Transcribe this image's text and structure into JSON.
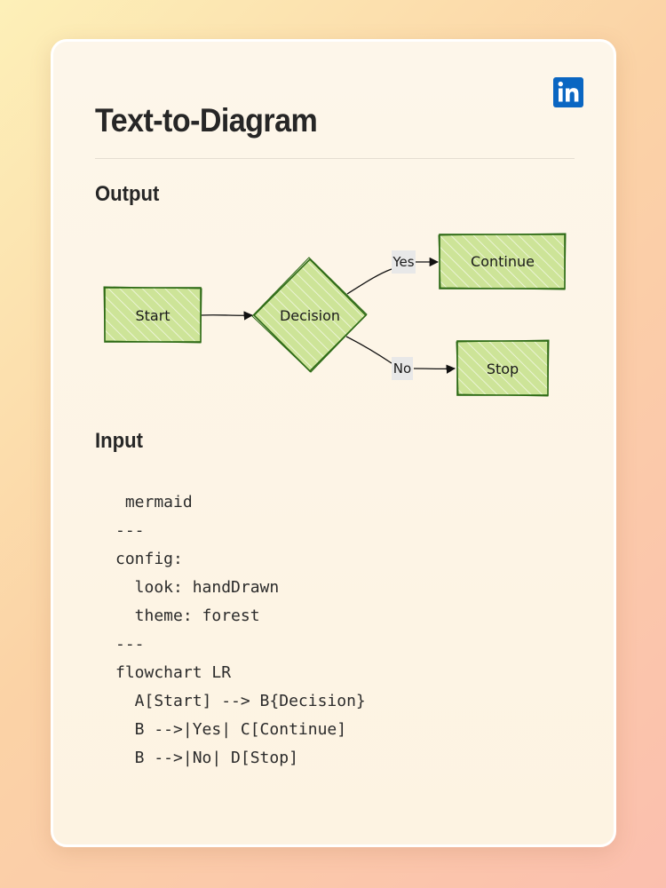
{
  "card": {
    "title": "Text-to-Diagram",
    "logo_icon": "linkedin-icon",
    "output_heading": "Output",
    "input_heading": "Input"
  },
  "diagram": {
    "type": "flowchart",
    "direction": "LR",
    "nodes": [
      {
        "id": "A",
        "label": "Start",
        "shape": "rect"
      },
      {
        "id": "B",
        "label": "Decision",
        "shape": "diamond"
      },
      {
        "id": "C",
        "label": "Continue",
        "shape": "rect"
      },
      {
        "id": "D",
        "label": "Stop",
        "shape": "rect"
      }
    ],
    "edges": [
      {
        "from": "A",
        "to": "B",
        "label": ""
      },
      {
        "from": "B",
        "to": "C",
        "label": "Yes"
      },
      {
        "from": "B",
        "to": "D",
        "label": "No"
      }
    ],
    "colors": {
      "node_fill": "#cde498",
      "node_stroke": "#2e6b16",
      "edge_label_bg": "#e8e8e8",
      "edge": "#111111"
    }
  },
  "code": {
    "lines": [
      " mermaid",
      "---",
      "config:",
      "  look: handDrawn",
      "  theme: forest",
      "---",
      "flowchart LR",
      "  A[Start] --> B{Decision}",
      "  B -->|Yes| C[Continue]",
      "  B -->|No| D[Stop]"
    ]
  }
}
